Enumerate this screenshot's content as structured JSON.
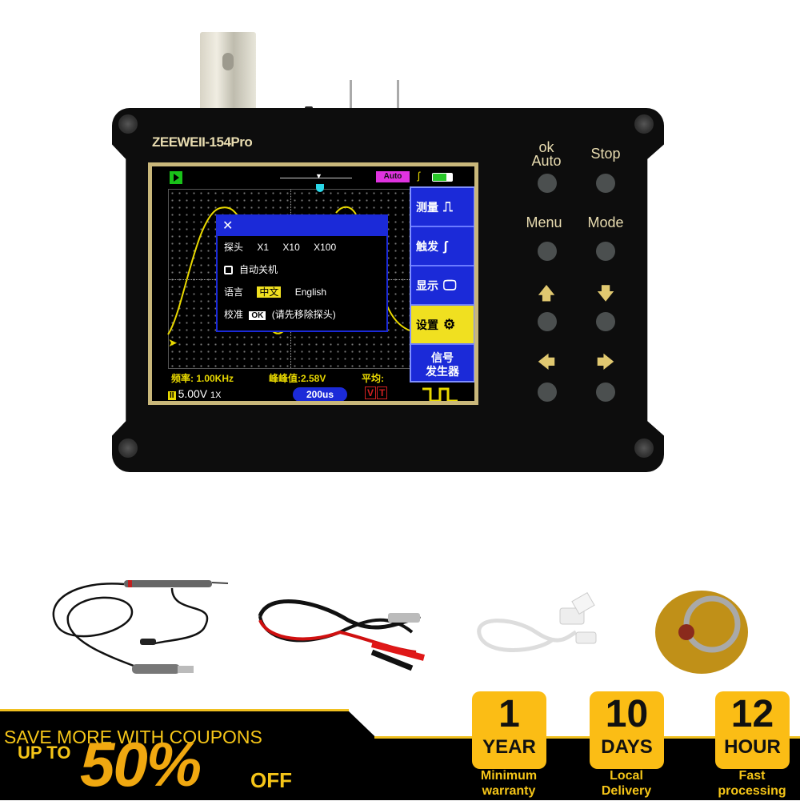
{
  "device": {
    "brand": "ZEEWEII-154Pro",
    "buttons": [
      {
        "name": "ok-auto",
        "label": "ok\nAuto"
      },
      {
        "name": "stop",
        "label": "Stop"
      },
      {
        "name": "menu",
        "label": "Menu"
      },
      {
        "name": "mode",
        "label": "Mode"
      },
      {
        "name": "up",
        "label": "▲"
      },
      {
        "name": "down",
        "label": "▼"
      },
      {
        "name": "left",
        "label": "◀"
      },
      {
        "name": "right",
        "label": "▶"
      }
    ],
    "labels": {
      "ok": "ok",
      "auto": "Auto",
      "stop": "Stop",
      "menu": "Menu",
      "mode": "Mode"
    },
    "arrows": {
      "up": "🡅",
      "down": "🡇",
      "left": "🡄",
      "right": "🡆"
    }
  },
  "screen": {
    "top_bar": {
      "run_state": "run",
      "trigger_mode": "Auto",
      "trigger_edge_icon": "rising-edge",
      "battery_level": "high"
    },
    "settings_dialog": {
      "title_icon": "✕",
      "probe_label": "探头",
      "probe_options": [
        "X1",
        "X10",
        "X100"
      ],
      "auto_off_label": "自动关机",
      "auto_off_checked": false,
      "language_label": "语言",
      "language_options": [
        "中文",
        "English"
      ],
      "language_selected": "中文",
      "calibrate_label": "校准",
      "calibrate_button": "OK",
      "calibrate_note": "(请先移除探头)"
    },
    "side_menu": [
      {
        "label": "测量",
        "icon": "⎍"
      },
      {
        "label": "触发",
        "icon": "ʃ"
      },
      {
        "label": "显示",
        "icon": "🖵"
      },
      {
        "label": "设置",
        "icon": "⚙",
        "active": true
      },
      {
        "label": "信号",
        "label2": "发生器"
      }
    ],
    "measurements": {
      "frequency": "频率: 1.00KHz",
      "peak_to_peak": "峰峰值:2.58V",
      "average": "平均:"
    },
    "status_bar": {
      "channel_badge": "II",
      "volts_div": "5.00V",
      "probe": "1X",
      "timebase": "200us",
      "cursor_v": "V",
      "cursor_t": "T"
    }
  },
  "accessories": [
    "oscilloscope-probe",
    "bnc-to-alligator-cable",
    "usb-cable",
    "phone-ring-holder"
  ],
  "banner": {
    "headline": "SAVE MORE WITH COUPONS",
    "up_to": "UP TO",
    "percent": "50%",
    "off": "OFF",
    "badges": [
      {
        "num": "1",
        "unit": "YEAR",
        "caption1": "Minimum",
        "caption2": "warranty"
      },
      {
        "num": "10",
        "unit": "DAYS",
        "caption1": "Local",
        "caption2": "Delivery"
      },
      {
        "num": "12",
        "unit": "HOUR",
        "caption1": "Fast",
        "caption2": "processing"
      }
    ]
  },
  "colors": {
    "device_body": "#0d0d0d",
    "lcd_frame": "#c9b77a",
    "menu_blue": "#1b2ad8",
    "trace_yellow": "#e8d800",
    "banner_yellow": "#fbbd15"
  }
}
